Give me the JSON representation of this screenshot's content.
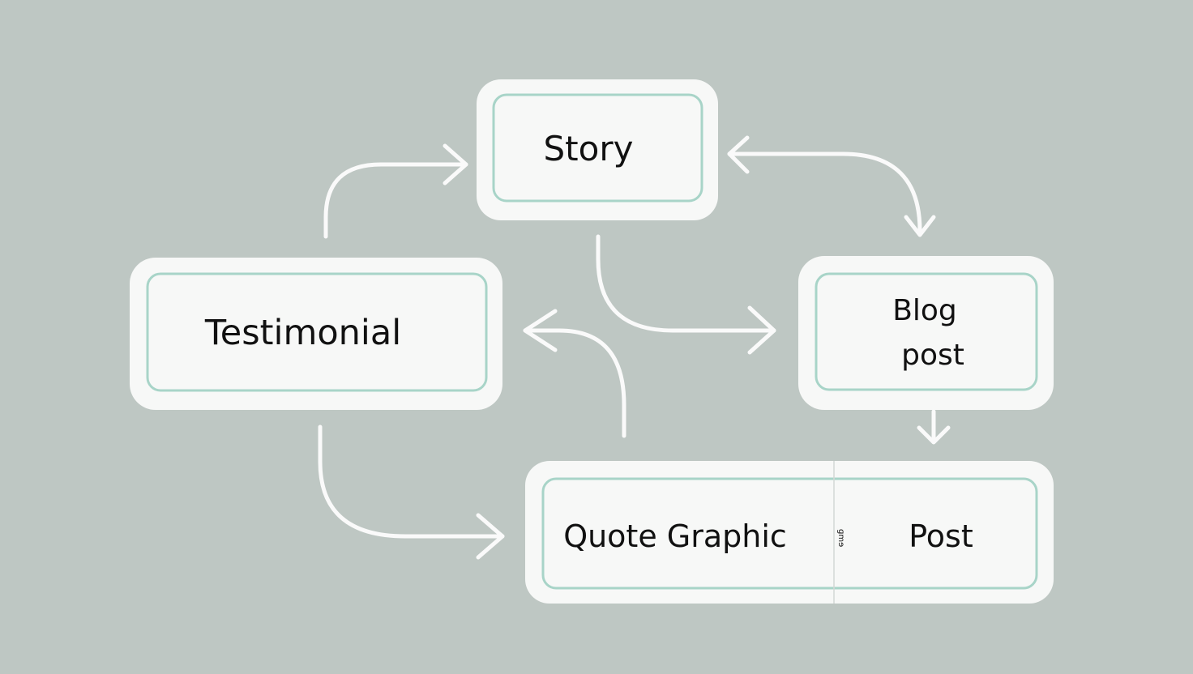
{
  "colors": {
    "background": "#bec7c3",
    "box_fill": "#f7f8f7",
    "box_border": "#a8d4c8",
    "arrow": "#fafafa"
  },
  "nodes": {
    "story": "Story",
    "testimonial": "Testimonial",
    "blog_line1": "Blog",
    "blog_line2": "post",
    "quote_graphic": "Quote Graphic",
    "post": "Post",
    "divider_glyph": "ɡmɘ"
  }
}
